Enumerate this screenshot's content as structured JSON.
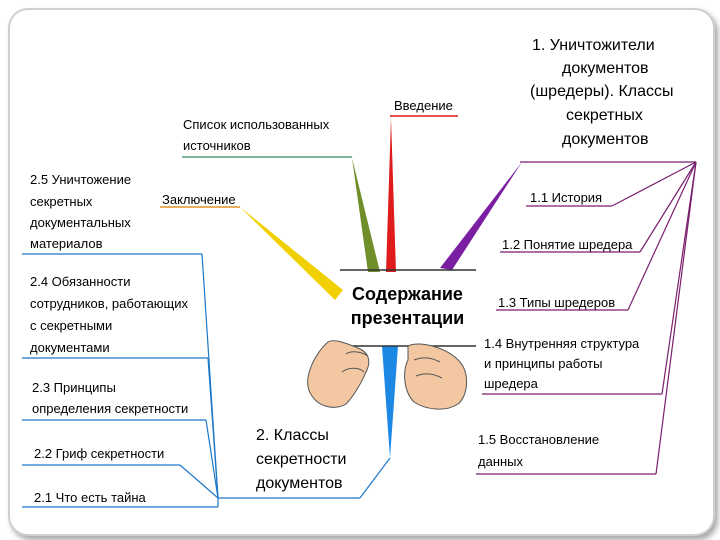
{
  "center": {
    "line1": "Содержание",
    "line2": "презентации"
  },
  "branch1": {
    "title_lines": [
      "1.   Уничтожители",
      "документов",
      "(шредеры). Классы",
      "секретных",
      "документов"
    ],
    "items": [
      "1.1 История",
      "1.2 Понятие шредера",
      "1.3 Типы шредеров",
      [
        "1.4 Внутренняя структура",
        "и принципы работы",
        "шредера"
      ],
      [
        "1.5 Восстановление",
        "данных"
      ]
    ]
  },
  "branch2": {
    "title_lines": [
      "2.    Классы",
      "секретности",
      "документов"
    ],
    "items": [
      [
        "2.5 Уничтожение",
        "секретных",
        "документальных",
        "материалов"
      ],
      [
        "2.4 Обязанности",
        "сотрудников, работающих",
        "с секретными",
        "документами"
      ],
      [
        "2.3 Принципы",
        "определения секретности"
      ],
      "2.2 Гриф секретности",
      "2.1 Что есть тайна"
    ]
  },
  "top": {
    "intro": "Введение",
    "sources": [
      "Список использованных",
      "источников"
    ],
    "conclusion": "Заключение"
  },
  "colors": {
    "branch1_line": "#7a1f6e",
    "branch2_line": "#2f8fd8",
    "intro": "#e01b1b",
    "sources": "#6f8f2a",
    "conclusion": "#f0d000",
    "purple_wedge": "#7b1fa2",
    "blue_wedge": "#1e88e5"
  }
}
